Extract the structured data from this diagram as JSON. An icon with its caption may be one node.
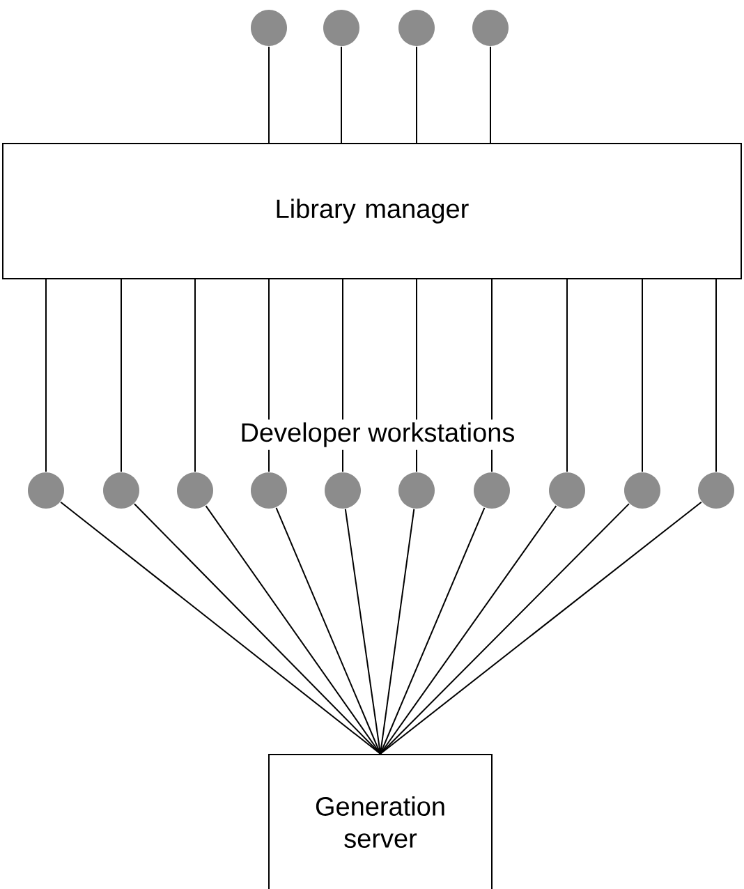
{
  "diagram": {
    "nodes": [
      {
        "text": [],
        "shape": "circle"
      },
      {
        "text": [],
        "shape": "circle"
      },
      {
        "text": [],
        "shape": "circle"
      },
      {
        "text": [],
        "shape": "circle"
      },
      {
        "text": [
          "Library manager"
        ]
      },
      {
        "text": [],
        "shape": "circle"
      },
      {
        "text": [],
        "shape": "circle"
      },
      {
        "text": [],
        "shape": "circle"
      },
      {
        "text": [],
        "shape": "circle"
      },
      {
        "text": [],
        "shape": "circle"
      },
      {
        "text": [],
        "shape": "circle"
      },
      {
        "text": [],
        "shape": "circle"
      },
      {
        "text": [],
        "shape": "circle"
      },
      {
        "text": [],
        "shape": "circle"
      },
      {
        "text": [],
        "shape": "circle"
      },
      {
        "text": [
          "Generation server"
        ]
      }
    ],
    "edges": [
      {
        "from": 0,
        "to": 4,
        "arrow": "none"
      },
      {
        "from": 1,
        "to": 4,
        "arrow": "none"
      },
      {
        "from": 2,
        "to": 4,
        "arrow": "none"
      },
      {
        "from": 3,
        "to": 4,
        "arrow": "none"
      },
      {
        "from": 4,
        "to": 5,
        "arrow": "none"
      },
      {
        "from": 4,
        "to": 6,
        "arrow": "none"
      },
      {
        "from": 4,
        "to": 7,
        "arrow": "none"
      },
      {
        "from": 4,
        "to": 8,
        "arrow": "none"
      },
      {
        "from": 4,
        "to": 9,
        "arrow": "none"
      },
      {
        "from": 4,
        "to": 10,
        "arrow": "none"
      },
      {
        "from": 4,
        "to": 11,
        "arrow": "none"
      },
      {
        "from": 4,
        "to": 12,
        "arrow": "none"
      },
      {
        "from": 4,
        "to": 13,
        "arrow": "none"
      },
      {
        "from": 4,
        "to": 14,
        "arrow": "none"
      },
      {
        "from": 5,
        "to": 15,
        "arrow": "none"
      },
      {
        "from": 6,
        "to": 15,
        "arrow": "none"
      },
      {
        "from": 7,
        "to": 15,
        "arrow": "none"
      },
      {
        "from": 8,
        "to": 15,
        "arrow": "none"
      },
      {
        "from": 9,
        "to": 15,
        "arrow": "none"
      },
      {
        "from": 10,
        "to": 15,
        "arrow": "none"
      },
      {
        "from": 11,
        "to": 15,
        "arrow": "none"
      },
      {
        "from": 12,
        "to": 15,
        "arrow": "none"
      },
      {
        "from": 13,
        "to": 15,
        "arrow": "none"
      },
      {
        "from": 14,
        "to": 15,
        "arrow": "none"
      }
    ],
    "labels": [
      "Developer workstations"
    ]
  }
}
